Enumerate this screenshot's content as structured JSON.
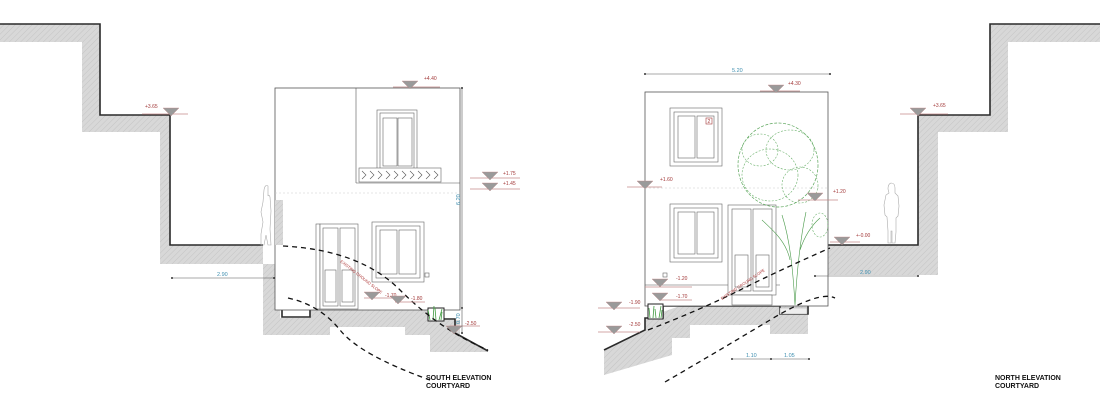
{
  "drawing": {
    "type": "architectural-elevation-sections",
    "colors": {
      "level_marker": "#a33a3a",
      "dimension": "#3f8fb0",
      "wall_hatch": "#d6d6d6",
      "vegetation": "#4a9a4a",
      "outline": "#2a2a2a"
    }
  },
  "south": {
    "title_line1": "SOUTH ELEVATION",
    "title_line2": "COURTYARD",
    "levels": {
      "roof": "+4.40",
      "terrace": "+3.65",
      "balcony_top": "+1.75",
      "balcony_bottom": "+1.45",
      "door_sill": "-1.70",
      "courtyard": "-1.80",
      "base": "-2.50"
    },
    "dimensions": {
      "height_total": "6.20",
      "plinth": "0.70",
      "setback": "2.90"
    },
    "slope_label": "EXISTING GROUND SLOPE"
  },
  "north": {
    "title_line1": "NORTH ELEVATION",
    "title_line2": "COURTYARD",
    "levels": {
      "roof": "+4.30",
      "terrace": "+3.65",
      "floor1": "+1.60",
      "planter_top": "+1.20",
      "street": "+-0.00",
      "window_sill": "-1.20",
      "door_sill": "-1.70",
      "courtyard": "-1.90",
      "base": "-2.50"
    },
    "dimensions": {
      "width_total": "5.20",
      "setback": "2.90",
      "bay_1": "1.10",
      "bay_2": "1.05"
    },
    "window_tag": "2",
    "slope_label": "EXISTING GROUND SLOPE"
  }
}
